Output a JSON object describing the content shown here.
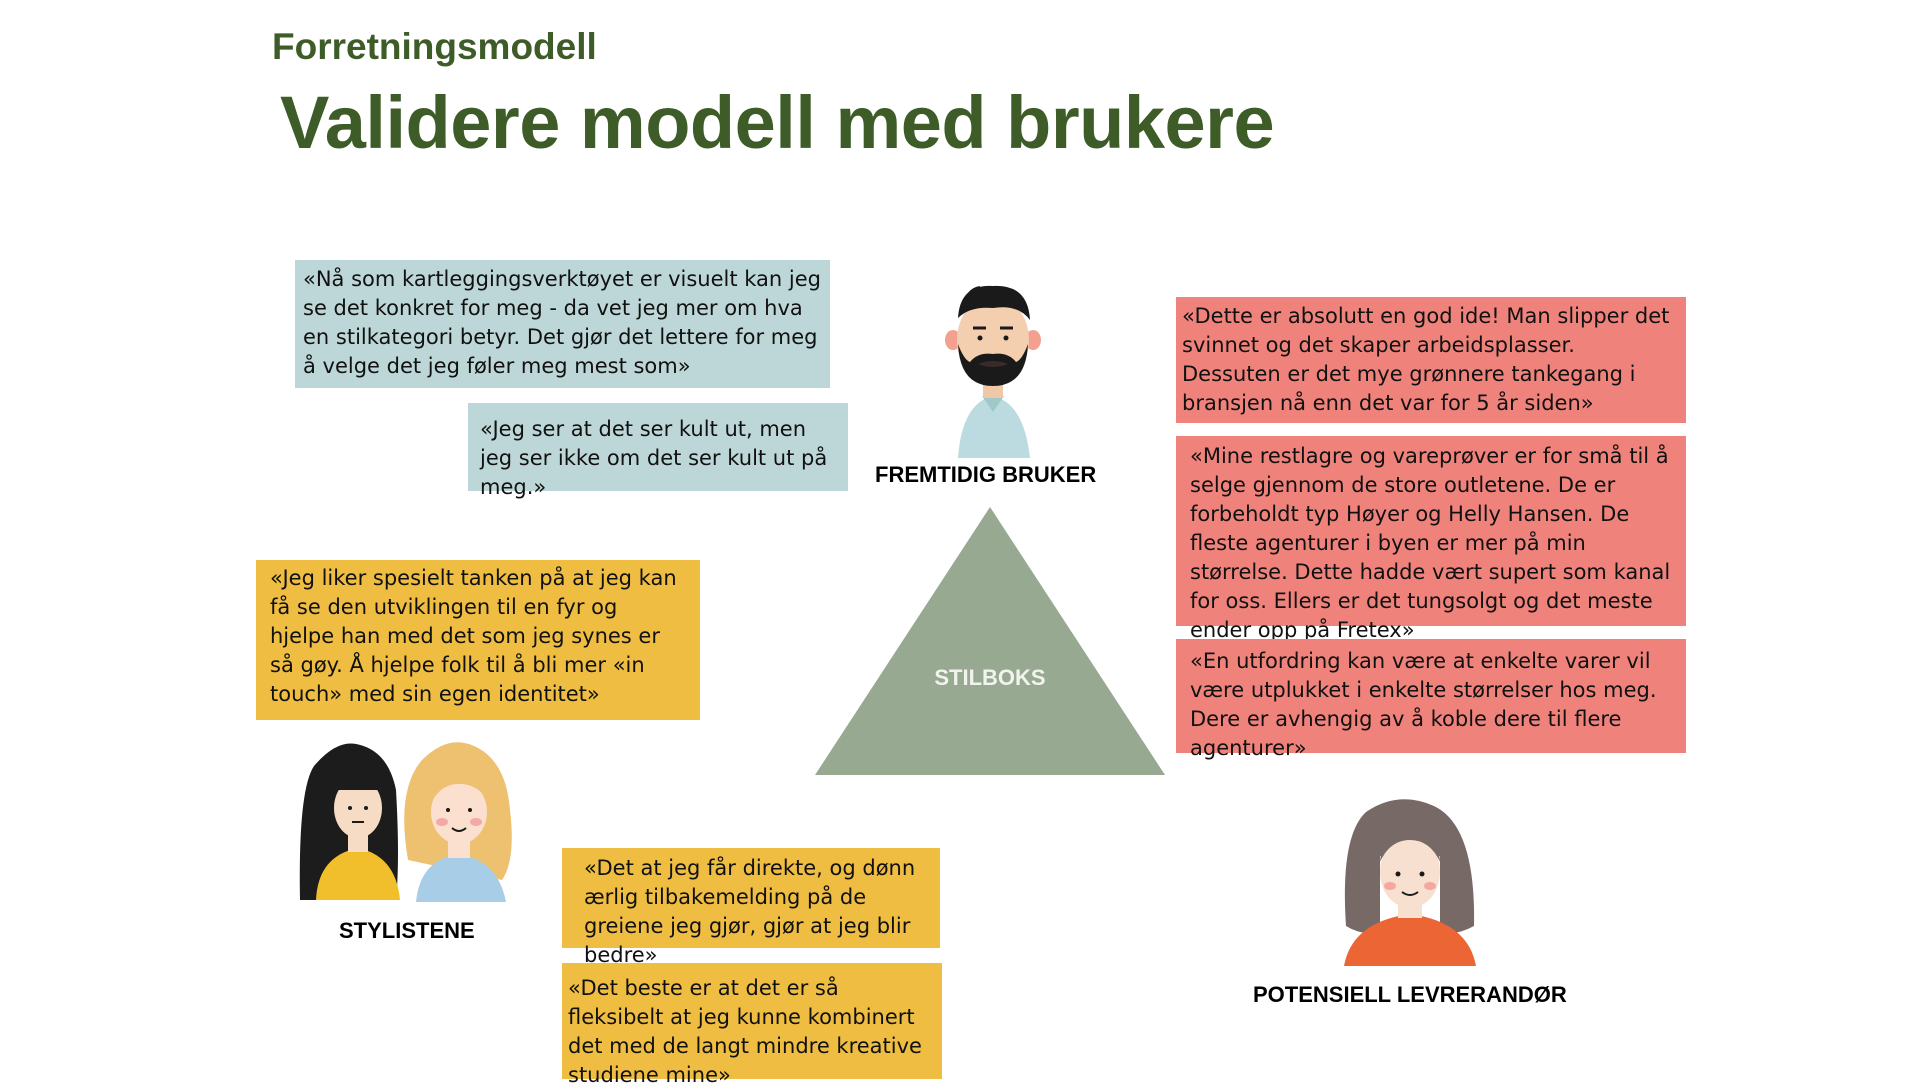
{
  "kicker": "Forretningsmodell",
  "title": "Validere modell med brukere",
  "colors": {
    "heading": "#3d5c27",
    "blue": "#bdd7d8",
    "red": "#ef837c",
    "yellow": "#efbd42",
    "triangle": "#97a991"
  },
  "center": {
    "label": "STILBOKS"
  },
  "personas": {
    "future_user": {
      "label": "FREMTIDIG BRUKER",
      "icon": "bearded-man-avatar"
    },
    "stylists": {
      "label": "STYLISTENE",
      "icon": "two-women-avatar"
    },
    "supplier": {
      "label": "POTENSIELL LEVRERANDØR",
      "icon": "woman-avatar"
    }
  },
  "quotes": {
    "user1": "«Nå som kartleggingsverktøyet er visuelt kan jeg se det konkret for meg - da vet jeg mer om hva en stilkategori betyr. Det gjør det lettere for meg å velge det jeg føler meg mest som»",
    "user2": "«Jeg ser at det ser kult ut, men jeg ser ikke om det ser kult ut på meg.»",
    "supplier1": "«Dette er absolutt en god ide! Man slipper det svinnet og det skaper arbeidsplasser. Dessuten er det mye grønnere tankegang i bransjen nå enn det var for 5 år siden»",
    "supplier2": "«Mine restlagre og vareprøver er for små til å selge gjennom de store outletene. De er forbeholdt typ Høyer og Helly Hansen. De fleste agenturer i byen er mer på min størrelse. Dette hadde vært supert som kanal for oss. Ellers er det tungsolgt og det meste ender opp på Fretex»",
    "supplier3": "«En utfordring kan være at enkelte varer vil være utplukket i enkelte størrelser hos meg. Dere er avhengig av å koble dere til flere agenturer»",
    "stylist1": "«Jeg liker spesielt tanken på at jeg kan få se den utviklingen til en fyr og hjelpe han med det som jeg synes er så gøy. Å hjelpe folk til å bli mer «in touch» med sin egen identitet»",
    "stylist2": "«Det at jeg får direkte, og dønn ærlig tilbakemelding på de greiene jeg gjør, gjør at jeg blir bedre»",
    "stylist3": "«Det beste er at det er så fleksibelt at jeg kunne kombinert det med de langt mindre kreative studiene mine»"
  }
}
